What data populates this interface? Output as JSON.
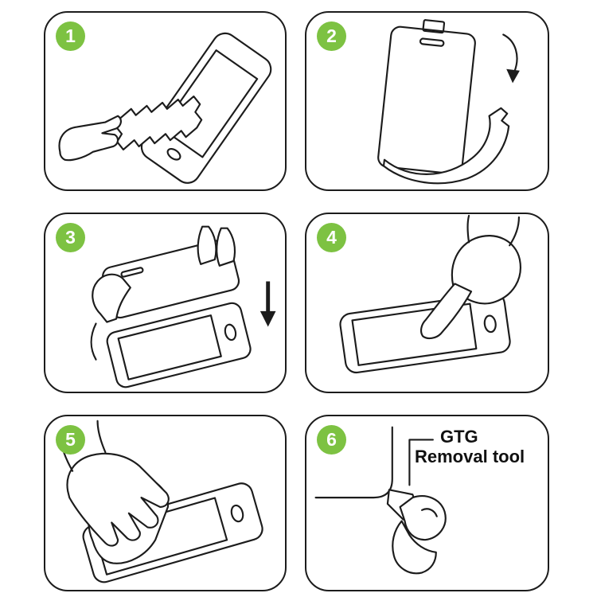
{
  "colors": {
    "badge": "#7DC242",
    "line": "#1c1c1c",
    "background": "#ffffff"
  },
  "steps": [
    {
      "number": "1",
      "illustration": "wipe-phone-with-cloth"
    },
    {
      "number": "2",
      "illustration": "peel-backing-film"
    },
    {
      "number": "3",
      "illustration": "align-protector-over-phone"
    },
    {
      "number": "4",
      "illustration": "press-screen-center"
    },
    {
      "number": "5",
      "illustration": "smooth-out-film"
    },
    {
      "number": "6",
      "illustration": "use-removal-tool"
    }
  ],
  "panel6_label": {
    "line1": "GTG",
    "line2": "Removal tool"
  }
}
